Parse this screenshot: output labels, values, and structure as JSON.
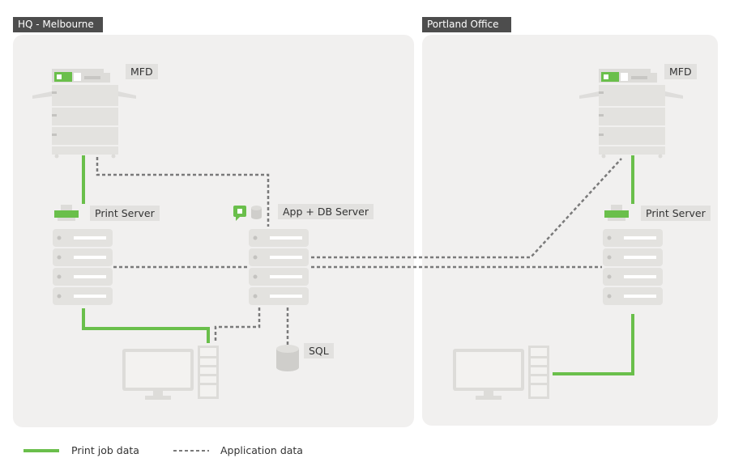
{
  "regions": {
    "hq": "HQ - Melbourne",
    "portland": "Portland Office"
  },
  "labels": {
    "hq_mfd": "MFD",
    "hq_print_server": "Print Server",
    "app_db_server": "App + DB Server",
    "sql": "SQL",
    "portland_mfd": "MFD",
    "portland_print_server": "Print Server"
  },
  "legend": {
    "print_job": "Print job data",
    "application": "Application data"
  },
  "colors": {
    "print_job_line": "#6abf4b",
    "application_line": "#7a7a7a",
    "panel": "#f1f0ef",
    "device": "#e0dfdc",
    "region_tag": "#4d4d4d"
  }
}
